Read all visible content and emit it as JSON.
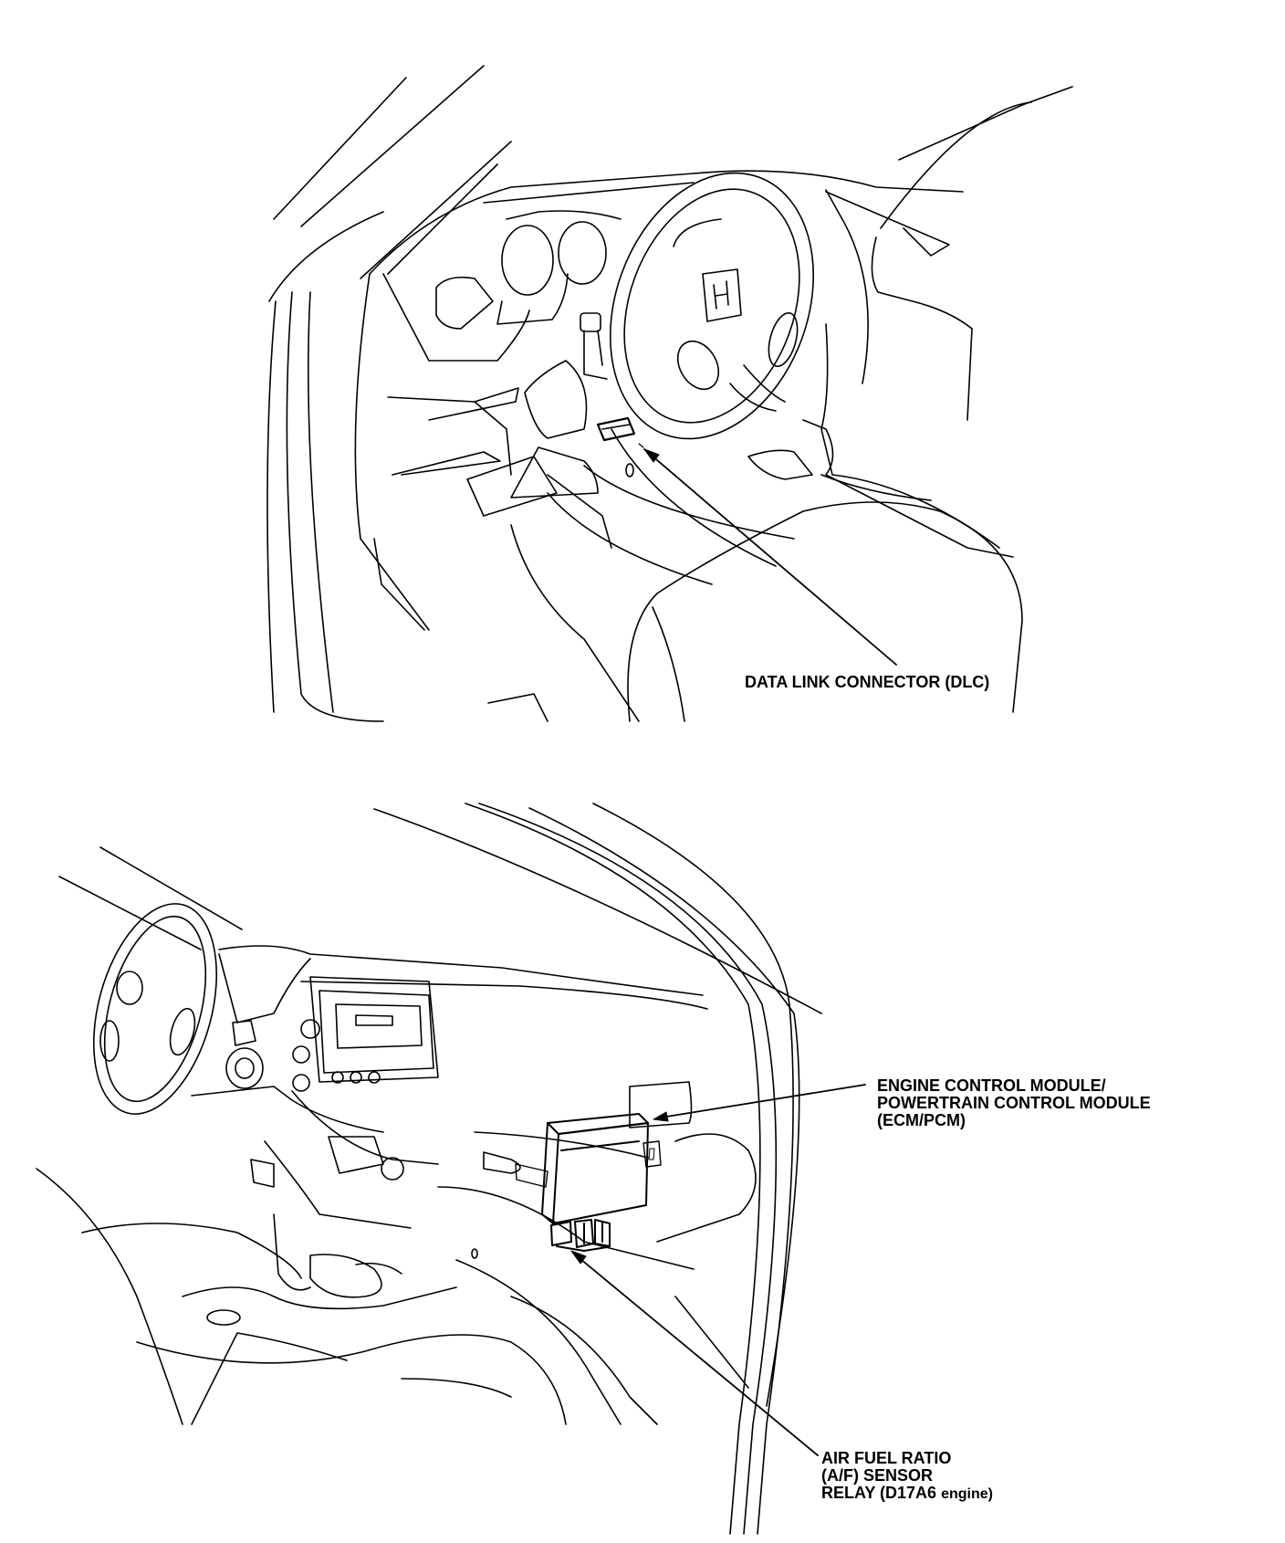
{
  "figures": {
    "top": {
      "label": "DATA LINK CONNECTOR (DLC)"
    },
    "bottom": {
      "ecm_label": {
        "line1": "ENGINE CONTROL MODULE/",
        "line2": "POWERTRAIN CONTROL MODULE",
        "line3": "(ECM/PCM)"
      },
      "af_label": {
        "line1": "AIR FUEL RATIO",
        "line2": "(A/F) SENSOR",
        "line3_main": "RELAY (D17A6 ",
        "line3_small": "engine)"
      }
    }
  },
  "colors": {
    "ink": "#000000",
    "paper": "#ffffff"
  }
}
